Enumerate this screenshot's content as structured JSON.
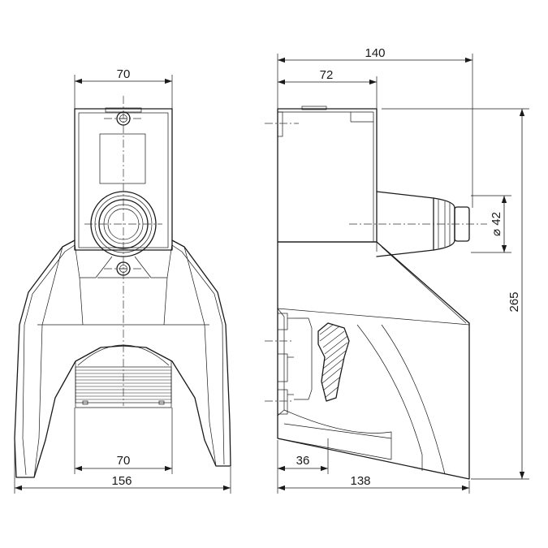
{
  "dimensions": {
    "front_top_width": "70",
    "front_bottom_width": "70",
    "front_overall_width": "156",
    "side_overall_depth": "140",
    "side_housing_depth": "72",
    "side_overall_height": "265",
    "side_cable_diameter": "⌀ 42",
    "side_base_offset": "36",
    "side_base_depth": "138"
  }
}
